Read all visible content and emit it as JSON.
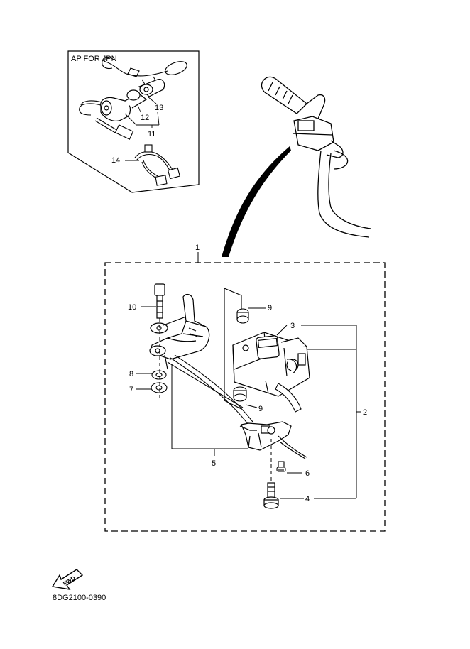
{
  "inset": {
    "title": "AP  FOR JPN"
  },
  "labels": {
    "p1": "1",
    "p2": "2",
    "p3": "3",
    "p4": "4",
    "p5": "5",
    "p6": "6",
    "p7": "7",
    "p8": "8",
    "p9a": "9",
    "p9b": "9",
    "p10": "10",
    "p11": "11",
    "p12": "12",
    "p13": "13",
    "p14": "14"
  },
  "fwd": "FWD",
  "diagram_code": "8DG2100-0390"
}
